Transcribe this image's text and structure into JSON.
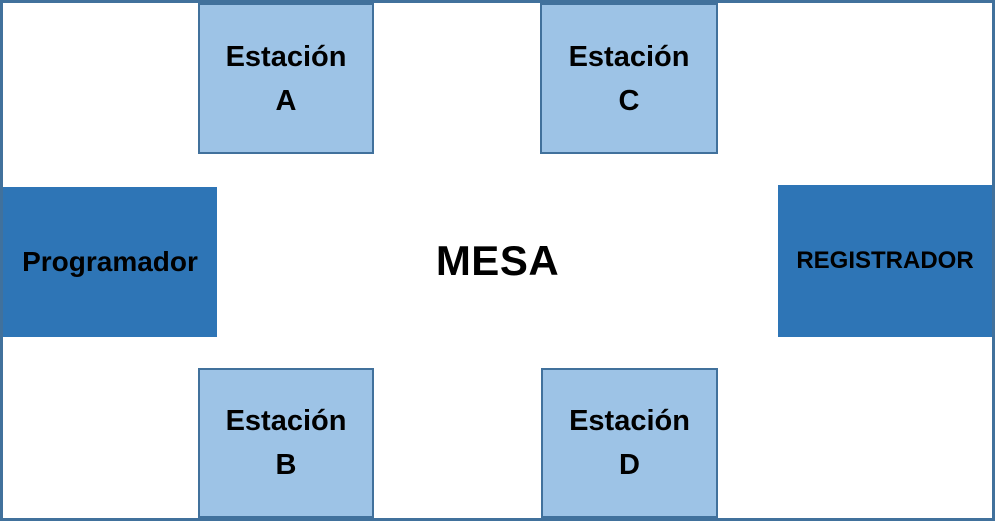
{
  "diagram": {
    "title": "MESA",
    "stations": [
      {
        "position": "top-left",
        "name": "Estación",
        "letter": "A"
      },
      {
        "position": "top-right",
        "name": "Estación",
        "letter": "C"
      },
      {
        "position": "bottom-left",
        "name": "Estación",
        "letter": "B"
      },
      {
        "position": "bottom-right",
        "name": "Estación",
        "letter": "D"
      }
    ],
    "left_role": {
      "label": "Programador"
    },
    "right_role": {
      "label": "REGISTRADOR"
    },
    "colors": {
      "frame_border": "#41719C",
      "station_fill": "#9DC3E6",
      "station_border": "#41719C",
      "role_fill": "#2E75B6",
      "text": "#000000"
    }
  }
}
